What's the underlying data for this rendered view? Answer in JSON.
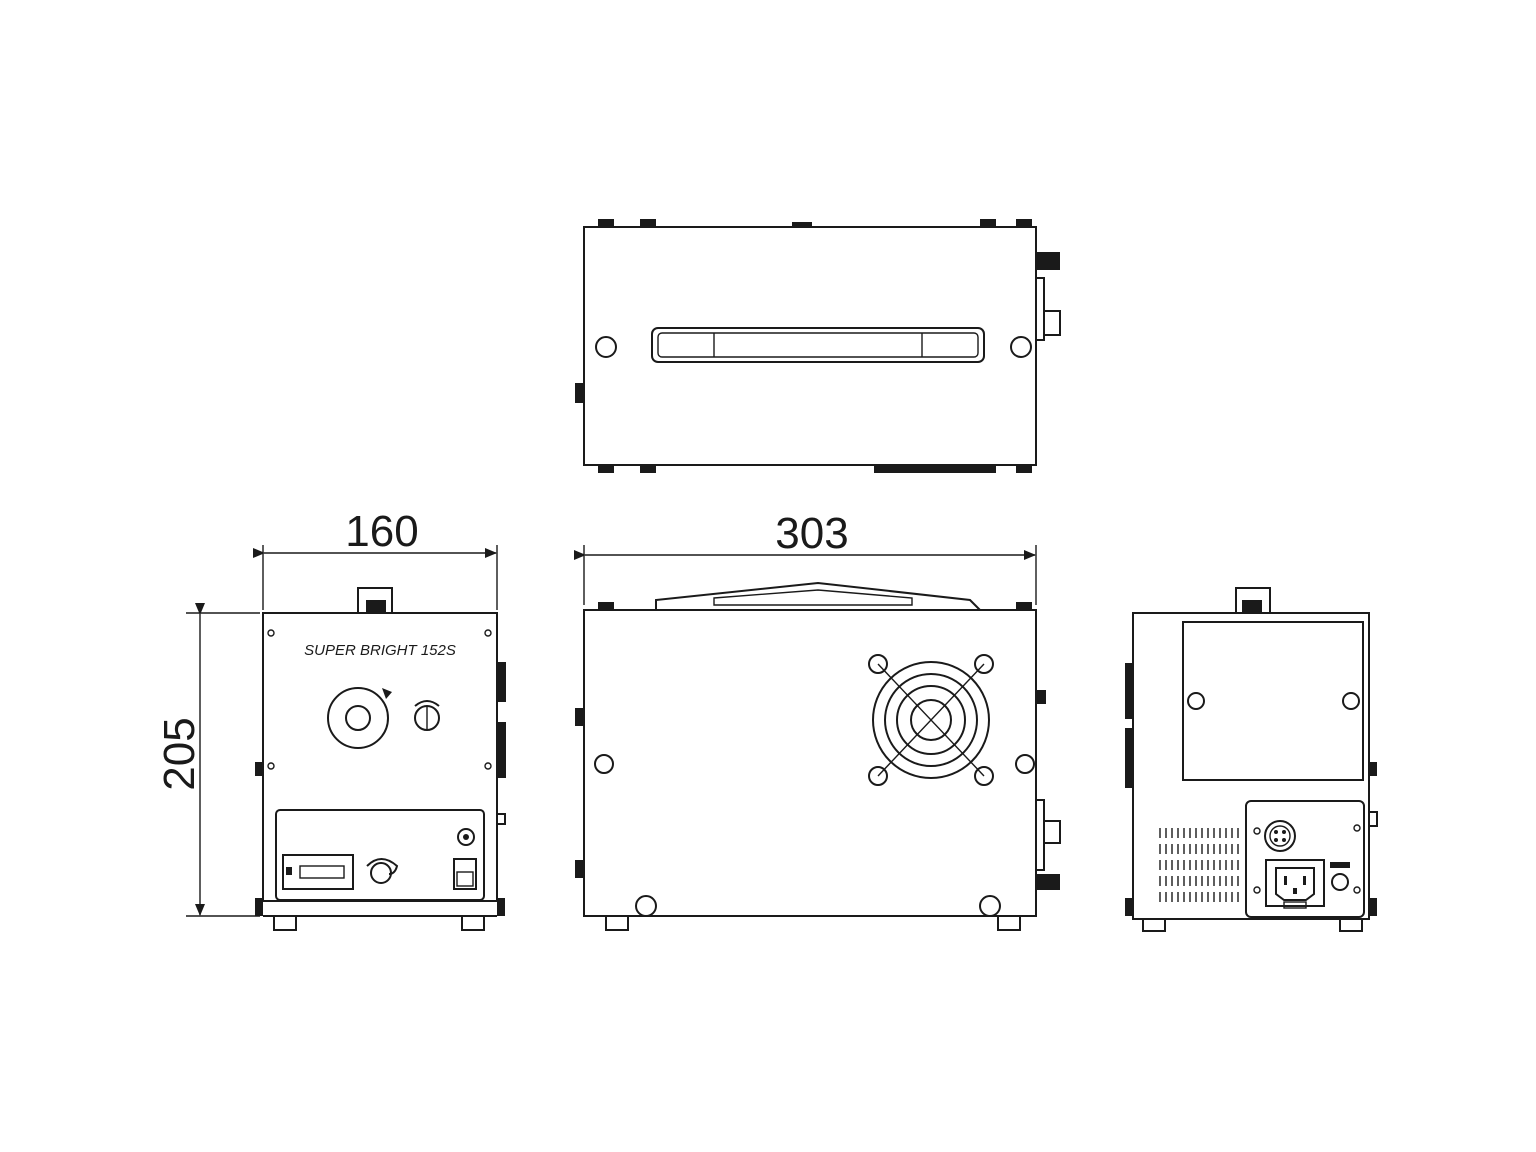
{
  "dimensions": {
    "width": "160",
    "length": "303",
    "height": "205"
  },
  "front_panel": {
    "model_label": "SUPER BRIGHT 152S"
  },
  "colors": {
    "line": "#1a1a1a",
    "background": "#ffffff"
  }
}
